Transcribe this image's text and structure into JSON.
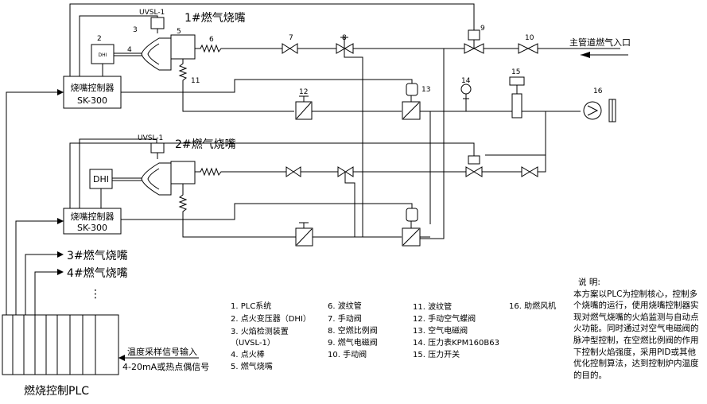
{
  "burner1_title": "1#燃气烧嘴",
  "burner2_title": "2#燃气烧嘴",
  "burner3_label": "3#燃气烧嘴",
  "burner4_label": "4#燃气烧嘴",
  "ellipsis": "⋮",
  "controller_label_line1": "烧嘴控制器",
  "controller_label_line2": "SK-300",
  "uvsl_label": "UVSL-1",
  "dhi_label": "DHI",
  "main_inlet_label": "主管道燃气入口",
  "plc_label": "燃烧控制PLC",
  "temp_input_line1": "温度采样信号输入",
  "temp_input_line2": "4-20mA或热点偶信号",
  "component_numbers": [
    "2",
    "3",
    "4",
    "5",
    "6",
    "7",
    "8",
    "9",
    "10",
    "11",
    "12",
    "13",
    "14",
    "15",
    "16"
  ],
  "legend": {
    "col1": [
      "1.  PLC系统",
      "2.  点火变压器（DHI）",
      "3.  火焰检测装置",
      "     （UVSL-1）",
      "4.  点火棒",
      "5.  燃气烧嘴"
    ],
    "col2": [
      "6.  波纹管",
      "7.  手动阀",
      "8.  空燃比例阀",
      "9.  燃气电磁阀",
      "10. 手动阀"
    ],
    "col3": [
      "11. 波纹管",
      "12. 手动空气蝶阀",
      "13. 空气电磁阀",
      "14. 压力表KPM160B63",
      "15. 压力开关"
    ],
    "col4": [
      "16. 助燃风机"
    ]
  },
  "note": {
    "title": "说  明:",
    "body": "本方案以PLC为控制核心，控制多个烧嘴的运行，使用烧嘴控制器实现对燃气烧嘴的火焰监测与自动点火功能。同时通过对空气电磁阀的脉冲型控制，在空燃比例阀的作用下控制火焰强度，采用PID或其他优化控制算法，达到控制炉内温度的目的。"
  }
}
